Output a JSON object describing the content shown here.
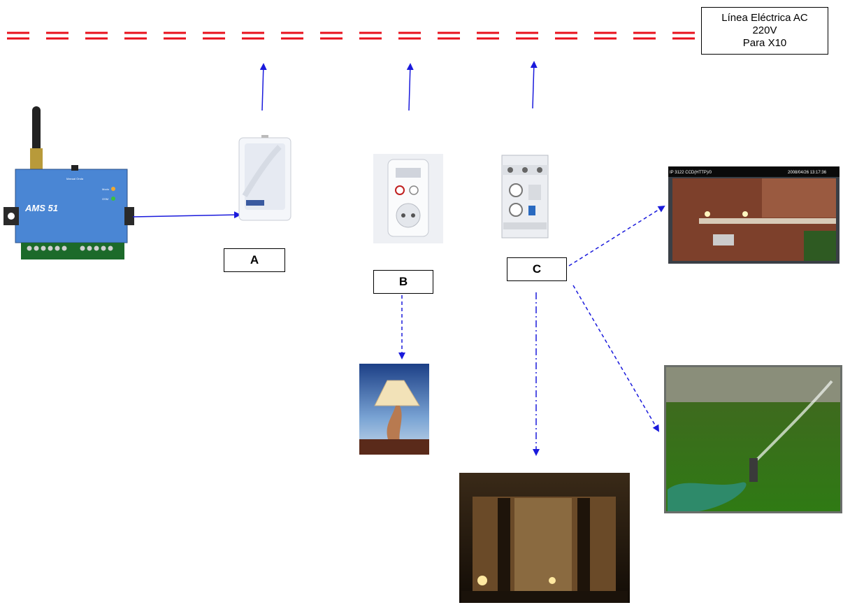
{
  "power_line": {
    "label_line1": "Línea Eléctrica AC",
    "label_line2": "220V",
    "label_line3": "Para X10",
    "color": "#e8101c"
  },
  "controller": {
    "model_label": "AMS 51",
    "button_label": "Manual Onda",
    "led1_label": "Modo",
    "led2_label": "GSM",
    "body_color": "#4a86d4"
  },
  "modules": [
    {
      "id": "A",
      "label": "A"
    },
    {
      "id": "B",
      "label": "B"
    },
    {
      "id": "C",
      "label": "C"
    }
  ],
  "camera_overlay": {
    "left_text": "IP 3122 CCD(HTTP)/0",
    "right_text": "2008/04/26 13:17:36"
  },
  "arrow_color": "#1a1adc"
}
